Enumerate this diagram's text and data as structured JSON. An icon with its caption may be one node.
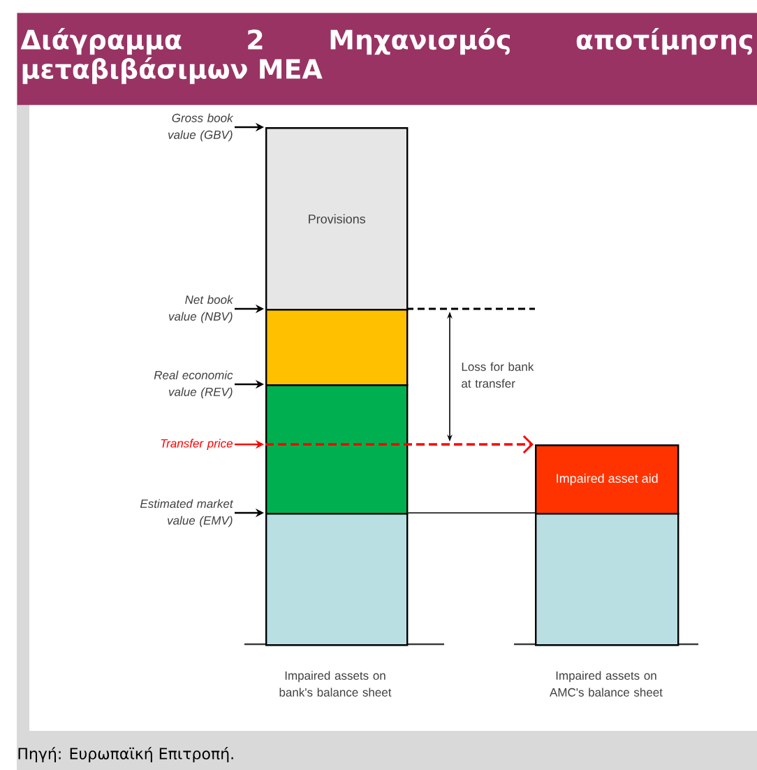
{
  "diagram": {
    "title": "Διάγραμμα 2 Μηχανισμός αποτίμησης μεταβιβάσιμων ΜΕΑ",
    "caption": "Πηγή: Ευρωπαϊκή Επιτροπή.",
    "nodes": [
      {
        "text": [
          "Provisions"
        ]
      },
      {
        "text": [],
        "shape": "box"
      },
      {
        "text": [],
        "shape": "box"
      },
      {
        "text": [],
        "shape": "box"
      },
      {
        "text": [
          "Impaired asset aid"
        ]
      },
      {
        "text": [],
        "shape": "box"
      },
      {
        "text": [
          "Gross book value (GBV)"
        ]
      },
      {
        "text": [
          "Net book value (NBV)"
        ]
      },
      {
        "text": [
          "Real economic value (REV)"
        ]
      },
      {
        "text": [
          "Transfer price"
        ]
      },
      {
        "text": [
          "Estimated market value (EMV)"
        ]
      }
    ],
    "edges": [
      {
        "from": 6,
        "to": 0,
        "arrow": "to"
      },
      {
        "from": 7,
        "to": 1,
        "arrow": "to"
      },
      {
        "from": 8,
        "to": 2,
        "arrow": "to"
      },
      {
        "from": 9,
        "to": 2,
        "arrow": "to",
        "color": "#ff0000"
      },
      {
        "from": 10,
        "to": 3,
        "arrow": "to"
      },
      {
        "from": 2,
        "to": 4,
        "arrow": "to",
        "style": "dashed",
        "color": "#ff0000"
      },
      {
        "from": 3,
        "to": 5,
        "arrow": "none"
      }
    ],
    "labels": [
      "Loss for bank at transfer",
      "Impaired assets on bank's balance sheet",
      "Impaired assets on AMC's balance sheet"
    ]
  }
}
